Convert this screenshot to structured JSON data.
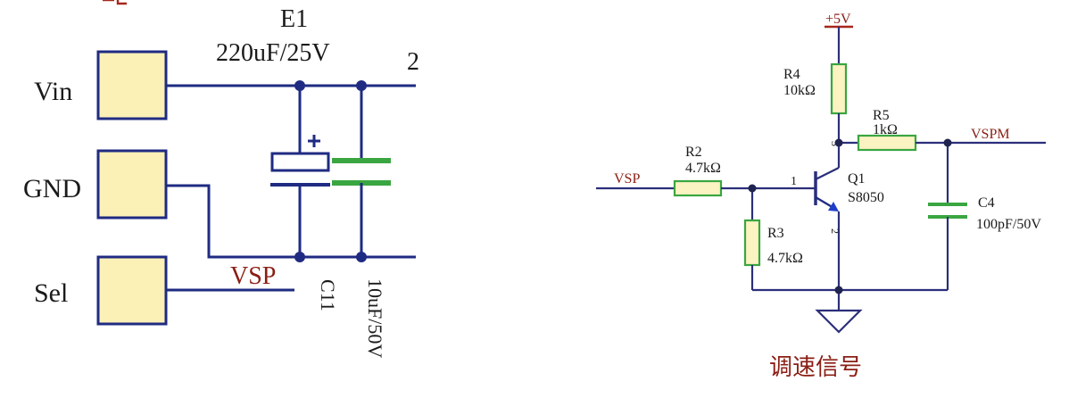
{
  "left": {
    "cap_e1": {
      "ref": "E1",
      "value": "220uF/25V"
    },
    "cap_c11": {
      "ref": "C11",
      "value": "10uF/50V"
    },
    "clipped_text": "2",
    "connector": {
      "pins": [
        "Vin",
        "GND",
        "Sel"
      ]
    },
    "net_label": "VSP"
  },
  "right": {
    "supply": "+5V",
    "r4": {
      "ref": "R4",
      "value": "10kΩ"
    },
    "r5": {
      "ref": "R5",
      "value": "1kΩ"
    },
    "r2": {
      "ref": "R2",
      "value": "4.7kΩ"
    },
    "r3": {
      "ref": "R3",
      "value": "4.7kΩ"
    },
    "q1": {
      "ref": "Q1",
      "part": "S8050",
      "pin_base": "1",
      "pin_collector": "3",
      "pin_emitter": "2"
    },
    "c4": {
      "ref": "C4",
      "value": "100pF/50V"
    },
    "net_in": "VSP",
    "net_out": "VSPM",
    "caption": "调速信号"
  }
}
